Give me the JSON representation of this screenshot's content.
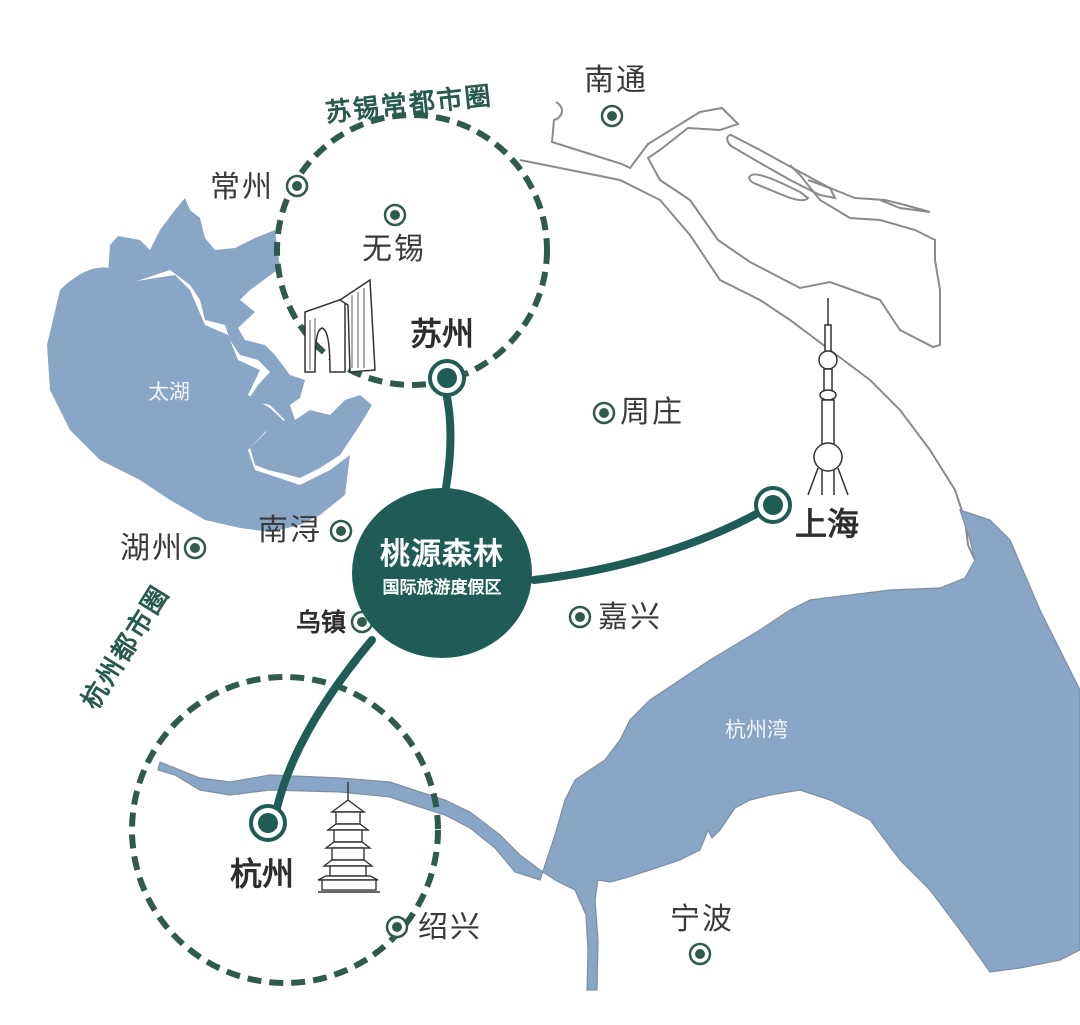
{
  "colors": {
    "water": "#8aa6c6",
    "accent_green": "#1f5c55",
    "dash_ring": "#2f5b4e",
    "coast_line": "#8a8a8a",
    "label_text": "#3a3a3a"
  },
  "center": {
    "title": "桃源森林",
    "subtitle": "国际旅游度假区"
  },
  "rings": [
    {
      "label": "苏锡常都市圈"
    },
    {
      "label": "杭州都市圈"
    }
  ],
  "water_bodies": [
    {
      "label": "太湖"
    },
    {
      "label": "杭州湾"
    }
  ],
  "cities": [
    {
      "label": "南通",
      "style": "normal"
    },
    {
      "label": "常州",
      "style": "normal"
    },
    {
      "label": "无锡",
      "style": "normal"
    },
    {
      "label": "苏州",
      "style": "major"
    },
    {
      "label": "周庄",
      "style": "normal"
    },
    {
      "label": "上海",
      "style": "major"
    },
    {
      "label": "南浔",
      "style": "normal"
    },
    {
      "label": "湖州",
      "style": "normal"
    },
    {
      "label": "乌镇",
      "style": "bold-small"
    },
    {
      "label": "嘉兴",
      "style": "normal"
    },
    {
      "label": "杭州",
      "style": "major"
    },
    {
      "label": "绍兴",
      "style": "normal"
    },
    {
      "label": "宁波",
      "style": "normal"
    }
  ],
  "landmarks": [
    {
      "icon": "gate-of-orient-icon",
      "near": "苏州"
    },
    {
      "icon": "oriental-pearl-tower-icon",
      "near": "上海"
    },
    {
      "icon": "leifeng-pagoda-icon",
      "near": "杭州"
    }
  ]
}
